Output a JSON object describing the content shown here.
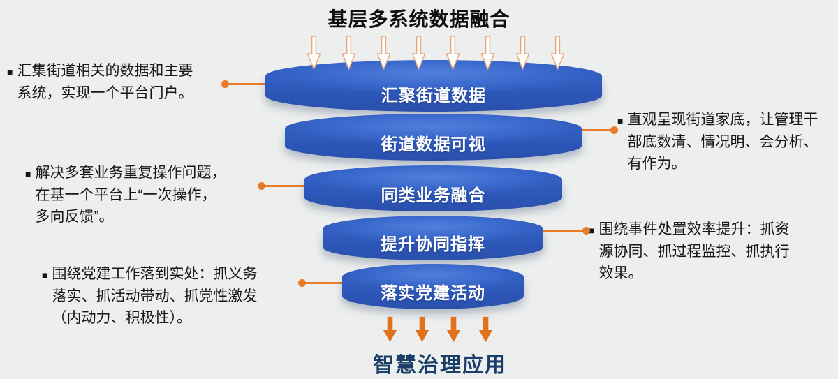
{
  "title": "基层多系统数据融合",
  "bottom_label": "智慧治理应用",
  "funnel": {
    "layers": [
      {
        "label": "汇聚街道数据"
      },
      {
        "label": "街道数据可视"
      },
      {
        "label": "同类业务融合"
      },
      {
        "label": "提升协同指挥"
      },
      {
        "label": "落实党建活动"
      }
    ]
  },
  "annotations": {
    "left": [
      {
        "bullet": "■",
        "text": "汇集街道相关的数据和主要\n系统，实现一个平台门户。"
      },
      {
        "bullet": "■",
        "text": "解决多套业务重复操作问题，\n在基一个平台上“一次操作，\n多向反馈”。"
      },
      {
        "bullet": "■",
        "text": "围绕党建工作落到实处：抓义务\n落实、抓活动带动、抓党性激发\n（内动力、积极性）。"
      }
    ],
    "right": [
      {
        "bullet": "■",
        "text": "直观呈现街道家底，让管理干\n部底数清、情况明、会分析、\n有作为。"
      },
      {
        "bullet": "■",
        "text": "围绕事件处置效率提升：抓资\n源协同、抓过程监控、抓执行\n效果。"
      }
    ]
  },
  "colors": {
    "funnel_blue": "#2c55b6",
    "accent_orange": "#e87b28",
    "background": "#edefee",
    "bottom_label_color": "#1a3e68"
  }
}
